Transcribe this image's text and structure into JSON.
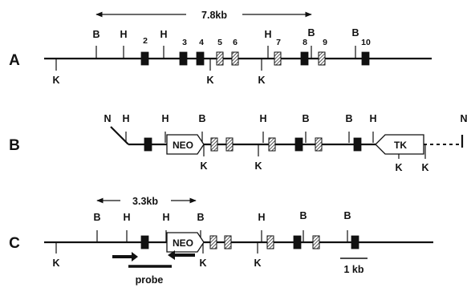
{
  "diagram": {
    "row_a": {
      "label": "A",
      "span_label": "7.8kb",
      "top_sites": [
        "B",
        "H",
        "H",
        "H",
        "B",
        "B"
      ],
      "bottom_sites": [
        "K",
        "K",
        "K"
      ],
      "exons": [
        "2",
        "3",
        "4",
        "5",
        "6",
        "7",
        "8",
        "9",
        "10"
      ]
    },
    "row_b": {
      "label": "B",
      "top_sites": [
        "N",
        "H",
        "H",
        "B",
        "H",
        "B",
        "B",
        "H",
        "N"
      ],
      "bottom_sites": [
        "K",
        "K",
        "K",
        "K"
      ],
      "neo_label": "NEO",
      "tk_label": "TK"
    },
    "row_c": {
      "label": "C",
      "span_label": "3.3kb",
      "top_sites": [
        "B",
        "H",
        "H",
        "B",
        "H",
        "B",
        "B"
      ],
      "bottom_sites": [
        "K",
        "K",
        "K"
      ],
      "neo_label": "NEO",
      "probe_label": "probe",
      "scale_label": "1 kb"
    }
  }
}
